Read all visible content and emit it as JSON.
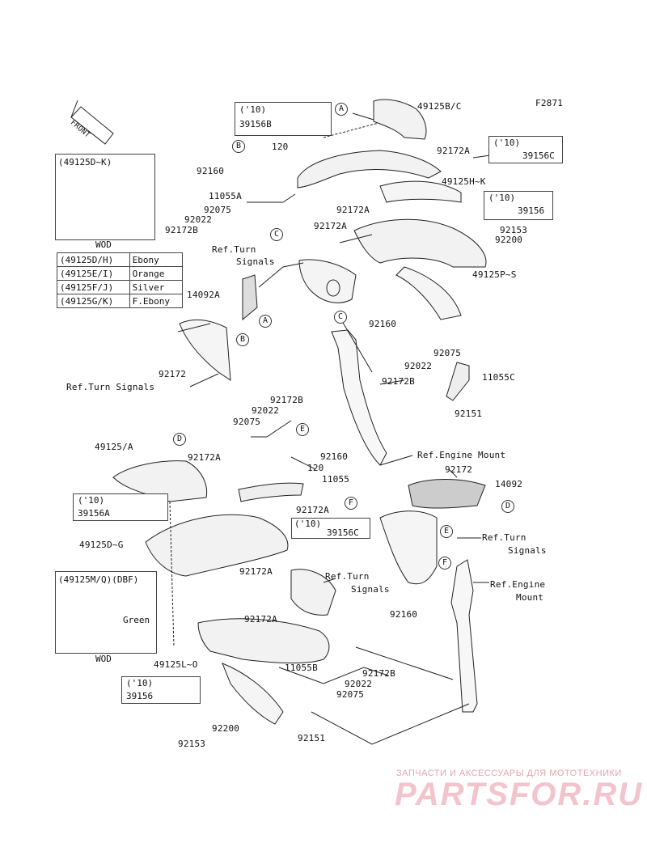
{
  "figure_code": "F2871",
  "front_label": "FRONT",
  "wod_box_top": {
    "header": "(49125D~K)",
    "caption": "WOD"
  },
  "wod_box_bottom": {
    "header": "(49125M/Q)(DBF)",
    "color_label": "Green",
    "caption": "WOD"
  },
  "legend": [
    {
      "part": "(49125D/H)",
      "color": "Ebony"
    },
    {
      "part": "(49125E/I)",
      "color": "Orange"
    },
    {
      "part": "(49125F/J)",
      "color": "Silver"
    },
    {
      "part": "(49125G/K)",
      "color": "F.Ebony"
    }
  ],
  "year_boxes": [
    {
      "year": "('10)",
      "part": "39156B"
    },
    {
      "year": "('10)",
      "part": "39156C"
    },
    {
      "year": "('10)",
      "part": "39156"
    },
    {
      "year": "('10)",
      "part": "39156A"
    },
    {
      "year": "('10)",
      "part": "39156C"
    },
    {
      "year": "('10)",
      "part": "39156"
    }
  ],
  "callouts": [
    "A",
    "B",
    "C",
    "A",
    "B",
    "C",
    "D",
    "E",
    "F",
    "D",
    "E",
    "F"
  ],
  "labels": [
    "49125B/C",
    "92172A",
    "49125H~K",
    "120",
    "92160",
    "11055A",
    "92075",
    "92022",
    "92172B",
    "92172A",
    "92172A",
    "92153",
    "92200",
    "49125P~S",
    "Ref.Turn",
    "Signals",
    "14092A",
    "92160",
    "92075",
    "92022",
    "92172B",
    "11055C",
    "92151",
    "92172",
    "Ref.Turn Signals",
    "92172B",
    "92022",
    "92075",
    "49125/A",
    "92172A",
    "92160",
    "120",
    "11055",
    "92172",
    "14092",
    "92172A",
    "49125D~G",
    "Ref.Engine Mount",
    "Ref.Turn",
    "Signals",
    "Ref.Engine",
    "Mount",
    "92172A",
    "Ref.Turn",
    "Signals",
    "92172A",
    "92160",
    "49125L~O",
    "11055B",
    "92172B",
    "92022",
    "92075",
    "92200",
    "92153",
    "92151"
  ],
  "watermark": {
    "top": "ЗАПЧАСТИ И АКСЕССУАРЫ ДЛЯ МОТОТЕХНИКИ",
    "brand": "PARTSFOR.RU"
  }
}
